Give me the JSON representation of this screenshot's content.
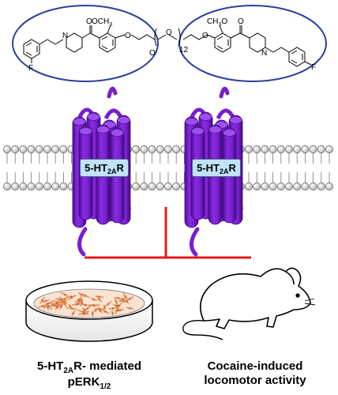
{
  "molecule": {
    "methoxy_left": "OCH",
    "methoxy_left_sub": "3",
    "methoxy_right": "CH",
    "methoxy_right_sub": "3",
    "methoxy_right_o": "O",
    "carbonyl_o": "O",
    "linker_o": "O",
    "repeat": "12",
    "n_atom": "N",
    "fluorine": "F"
  },
  "receptor": {
    "label_main": "5-HT",
    "label_sub": "2A",
    "label_end": "R"
  },
  "captions": {
    "left_line1_a": "5-HT",
    "left_line1_sub": "2A",
    "left_line1_b": "R- mediated",
    "left_line2_a": "pERK",
    "left_line2_sub": "1/2",
    "right_line1": "Cocaine-induced",
    "right_line2": "locomotor activity"
  },
  "colors": {
    "receptor_purple": "#7a1fd0",
    "receptor_dark": "#4a0d8f",
    "label_box": "#bfe3f7",
    "ellipse_blue": "#2a3f9c",
    "red_line": "#e01b1b",
    "dish_fill": "#f9e3d2",
    "cell_color": "#e8915a"
  }
}
